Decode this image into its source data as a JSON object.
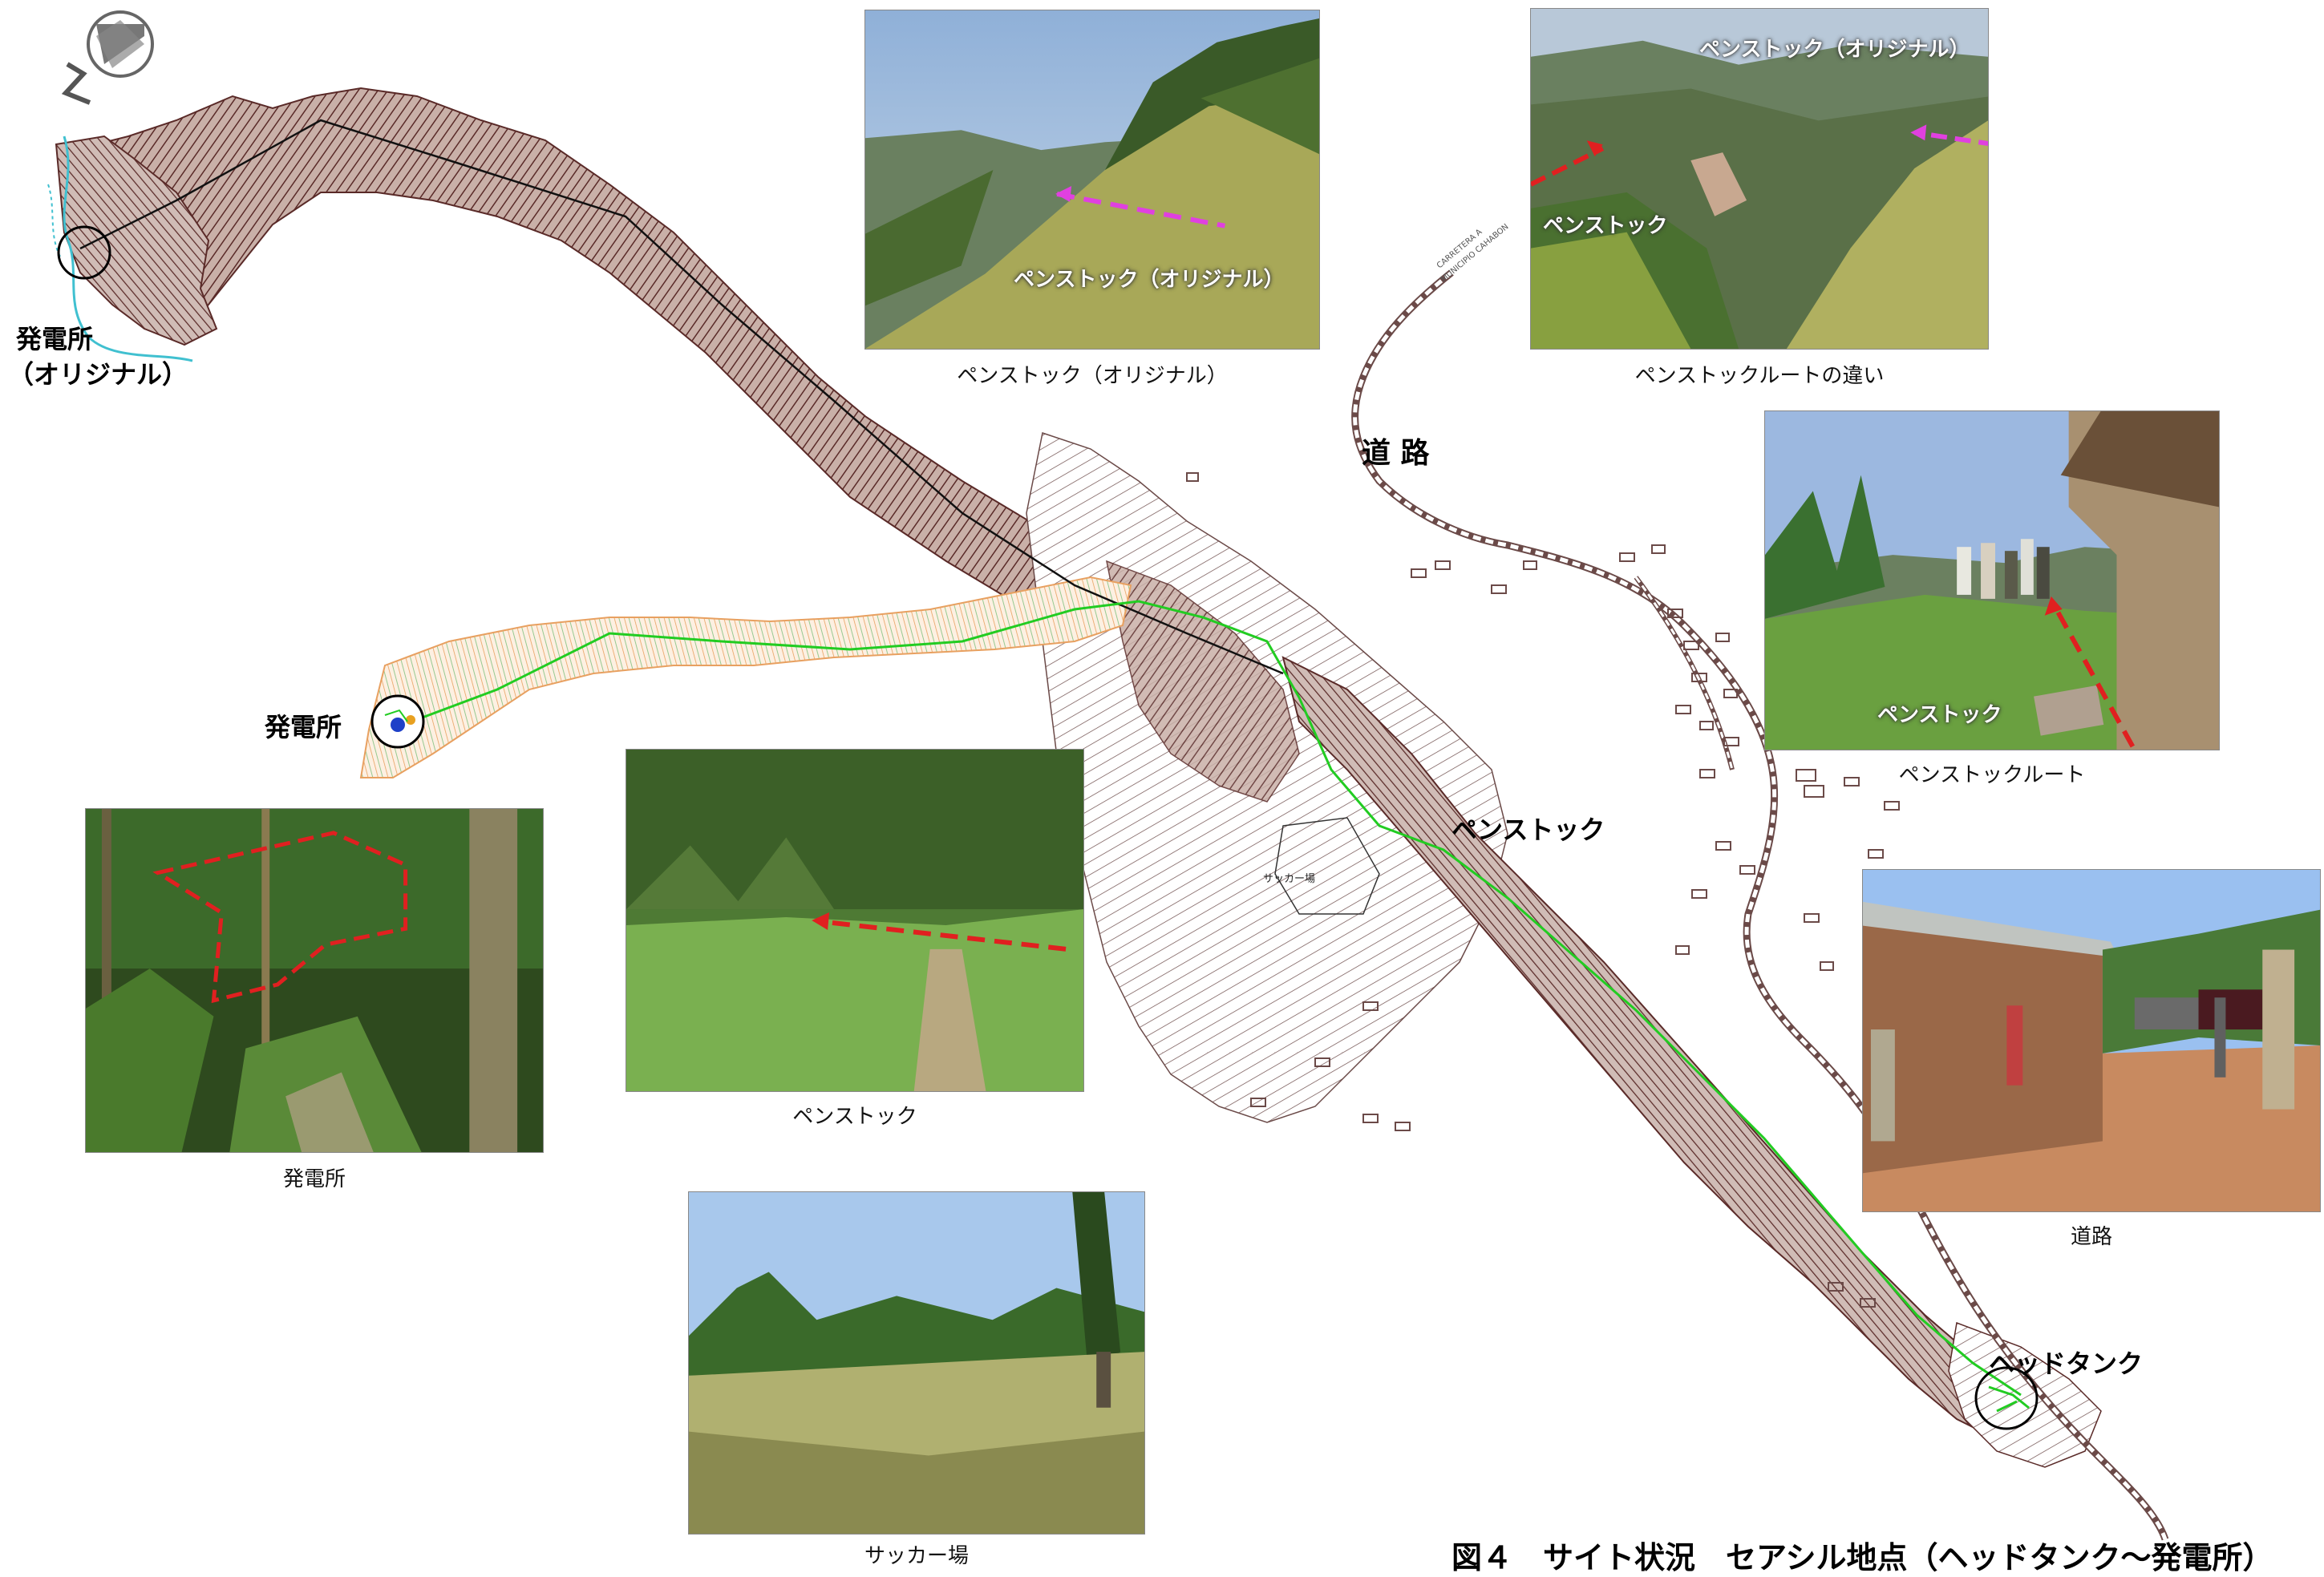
{
  "labels": {
    "powerhouse_original_line1": "発電所",
    "powerhouse_original_line2": "（オリジナル）",
    "powerhouse": "発電所",
    "road": "道 路",
    "penstock": "ペンストック",
    "head_tank": "ヘッドタンク",
    "soccer_field_map": "サッカー場",
    "carretera_line1": "CARRETERA A",
    "carretera_line2": "MUNICIPIO CAHABON"
  },
  "photos": [
    {
      "id": "penstock-original",
      "caption": "ペンストック（オリジナル）",
      "overlay_text": [
        "ペンストック（オリジナル）"
      ]
    },
    {
      "id": "penstock-route-difference",
      "caption": "ペンストックルートの違い",
      "overlay_text": [
        "ペンストック（オリジナル）",
        "ペンストック"
      ]
    },
    {
      "id": "penstock-route",
      "caption": "ペンストックルート",
      "overlay_text": [
        "ペンストック"
      ]
    },
    {
      "id": "powerhouse",
      "caption": "発電所",
      "overlay_text": []
    },
    {
      "id": "penstock",
      "caption": "ペンストック",
      "overlay_text": []
    },
    {
      "id": "road",
      "caption": "道路",
      "overlay_text": []
    },
    {
      "id": "soccer-field",
      "caption": "サッカー場",
      "overlay_text": []
    }
  ],
  "figure_caption": "図４　サイト状況　セアシル地点（ヘッドタンク～発電所）",
  "colors": {
    "contour_original": "#5a2a28",
    "contour_new": "#e8a060",
    "new_penstock_route": "#22cc22",
    "original_route": "#111111",
    "arrow_red": "#e02020",
    "arrow_magenta": "#e040e0",
    "river": "#40c0d0"
  },
  "icons": {
    "north_arrow": "north-arrow-icon"
  }
}
